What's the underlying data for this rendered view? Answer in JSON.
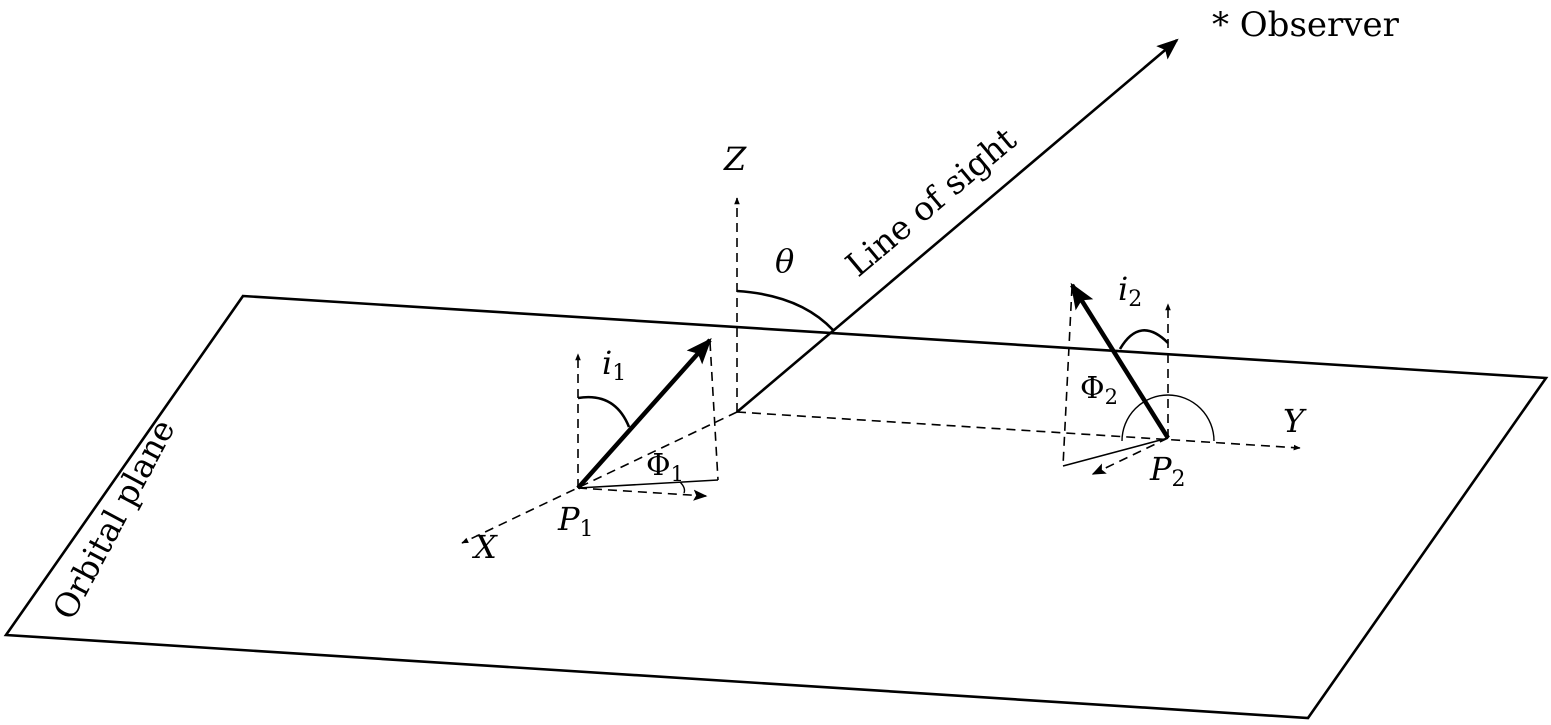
{
  "labels": {
    "observer": "* Observer",
    "line_of_sight": "Line of sight",
    "theta": "θ",
    "z_axis": "Z",
    "y_axis": "Y",
    "x_axis": "X",
    "orbital_plane": "Orbital plane",
    "i1_base": "i",
    "i1_sub": "1",
    "i2_base": "i",
    "i2_sub": "2",
    "phi1_base": "Φ",
    "phi1_sub": "1",
    "phi2_base": "Φ",
    "phi2_sub": "2",
    "p1_base": "P",
    "p1_sub": "1",
    "p2_base": "P",
    "p2_sub": "2"
  }
}
